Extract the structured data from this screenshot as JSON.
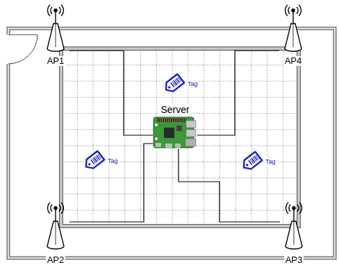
{
  "diagram": {
    "nodes": [
      {
        "text": [
          "AP1"
        ]
      },
      {
        "text": [
          "AP4"
        ]
      },
      {
        "text": [
          "Tag"
        ]
      },
      {
        "text": [
          "Server"
        ]
      },
      {
        "text": [
          "Tag"
        ]
      },
      {
        "text": [
          "Tag"
        ]
      },
      {
        "text": [
          "AP2"
        ]
      },
      {
        "text": [
          "AP3"
        ]
      }
    ],
    "edges": [
      {
        "from": 0,
        "to": 3,
        "arrow": "none"
      },
      {
        "from": 1,
        "to": 3,
        "arrow": "none"
      },
      {
        "from": 6,
        "to": 3,
        "arrow": "none"
      },
      {
        "from": 7,
        "to": 3,
        "arrow": "none"
      }
    ]
  }
}
